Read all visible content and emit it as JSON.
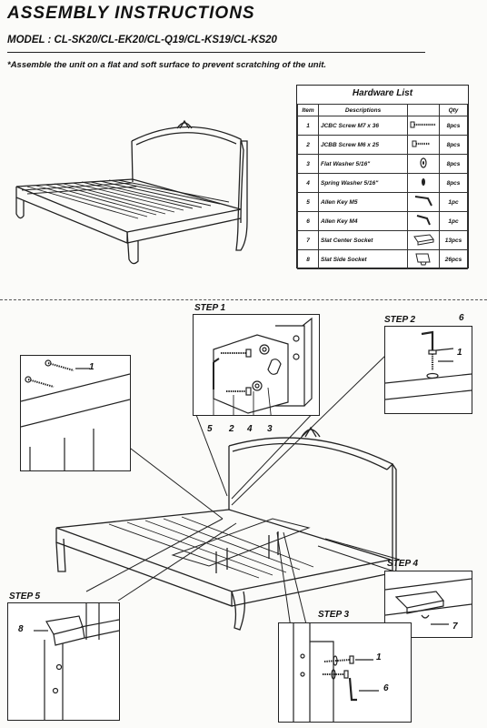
{
  "header": {
    "title": "ASSEMBLY INSTRUCTIONS",
    "model": "MODEL : CL-SK20/CL-EK20/CL-Q19/CL-KS19/CL-KS20",
    "note": "*Assemble the unit on a flat and soft surface to prevent scratching of the unit."
  },
  "hardware": {
    "title": "Hardware List",
    "columns": [
      "Item",
      "Descriptions",
      "",
      "Qty"
    ],
    "rows": [
      {
        "item": "1",
        "desc": "JCBC Screw M7 x 36",
        "qty": "8pcs",
        "icon": "long-screw-icon"
      },
      {
        "item": "2",
        "desc": "JCBB Screw M6 x 25",
        "qty": "8pcs",
        "icon": "short-screw-icon"
      },
      {
        "item": "3",
        "desc": "Flat Washer 5/16\"",
        "qty": "8pcs",
        "icon": "flat-washer-icon"
      },
      {
        "item": "4",
        "desc": "Spring Washer 5/16\"",
        "qty": "8pcs",
        "icon": "spring-washer-icon"
      },
      {
        "item": "5",
        "desc": "Allen Key M5",
        "qty": "1pc",
        "icon": "allen-key-icon"
      },
      {
        "item": "6",
        "desc": "Allen Key M4",
        "qty": "1pc",
        "icon": "allen-key-icon"
      },
      {
        "item": "7",
        "desc": "Slat Center Socket",
        "qty": "13pcs",
        "icon": "center-socket-icon"
      },
      {
        "item": "8",
        "desc": "Slat Side Socket",
        "qty": "26pcs",
        "icon": "side-socket-icon"
      }
    ]
  },
  "steps": {
    "step1": "STEP 1",
    "step2": "STEP 2",
    "step3": "STEP 3",
    "step4": "STEP 4",
    "step5": "STEP 5"
  },
  "callouts": {
    "c1_left": "1",
    "c1_step2": "1",
    "c6_step2": "6",
    "c5_step1": "5",
    "c2_step1": "2",
    "c4_step1": "4",
    "c3_step1": "3",
    "c7_step4": "7",
    "c8_step5": "8",
    "c1_step3": "1",
    "c6_step3": "6"
  }
}
